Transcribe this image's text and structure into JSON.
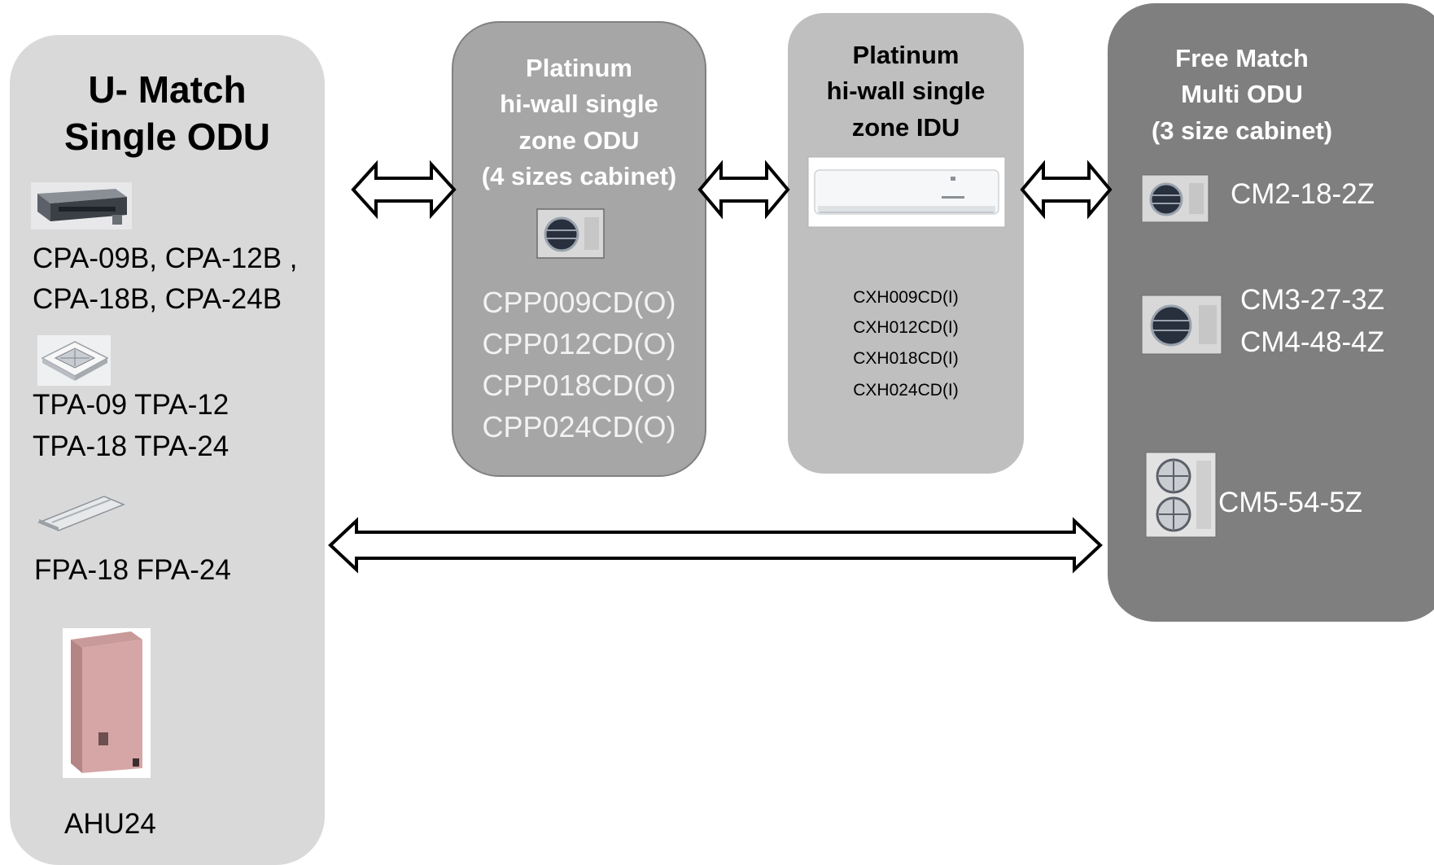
{
  "umatch": {
    "title_line1": "U- Match",
    "title_line2": "Single ODU",
    "cpa_line1": "CPA-09B, CPA-12B ,",
    "cpa_line2": "CPA-18B, CPA-24B",
    "tpa_line1": "TPA-09 TPA-12",
    "tpa_line2": "TPA-18 TPA-24",
    "fpa_line": "FPA-18 FPA-24",
    "ahu_line": "AHU24"
  },
  "platinum_odu": {
    "title_lines": [
      "Platinum",
      "hi-wall single",
      "zone ODU",
      "(4 sizes cabinet)"
    ],
    "models": [
      "CPP009CD(O)",
      "CPP012CD(O)",
      "CPP018CD(O)",
      "CPP024CD(O)"
    ]
  },
  "platinum_idu": {
    "title_lines": [
      "Platinum",
      "hi-wall single",
      "zone IDU"
    ],
    "models": [
      "CXH009CD(I)",
      "CXH012CD(I)",
      "CXH018CD(I)",
      "CXH024CD(I)"
    ]
  },
  "free_match": {
    "title_lines": [
      "Free Match",
      "Multi ODU",
      "(3 size cabinet)"
    ],
    "model_small": "CM2-18-2Z",
    "model_medium_1": "CM3-27-3Z",
    "model_medium_2": "CM4-48-4Z",
    "model_large": "CM5-54-5Z"
  },
  "colors": {
    "umatch_panel": "#d9d9d9",
    "odu_panel": "#a6a6a6",
    "idu_panel": "#bfbfbf",
    "multi_panel": "#7f7f7f",
    "ahu_body": "#d6a6a6"
  }
}
